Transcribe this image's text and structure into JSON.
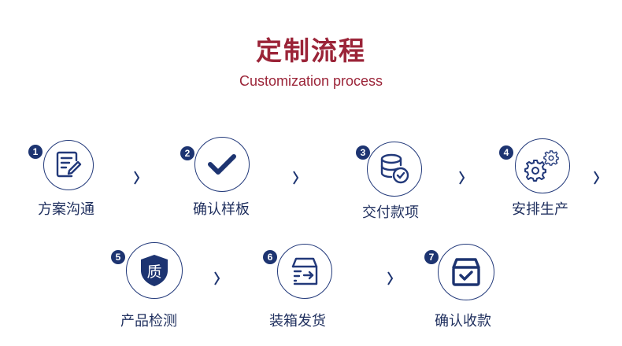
{
  "header": {
    "title": "定制流程",
    "subtitle": "Customization process"
  },
  "colors": {
    "title": "#9b2438",
    "accent": "#1d3471",
    "label": "#1f2f5e"
  },
  "steps": [
    {
      "number": "1",
      "label": "方案沟通",
      "icon": "document-edit-icon"
    },
    {
      "number": "2",
      "label": "确认样板",
      "icon": "checkmark-icon"
    },
    {
      "number": "3",
      "label": "交付款项",
      "icon": "database-check-icon"
    },
    {
      "number": "4",
      "label": "安排生产",
      "icon": "gears-icon"
    },
    {
      "number": "5",
      "label": "产品检测",
      "icon": "quality-shield-icon",
      "icon_text": "质"
    },
    {
      "number": "6",
      "label": "装箱发货",
      "icon": "box-ship-icon"
    },
    {
      "number": "7",
      "label": "确认收款",
      "icon": "box-check-icon"
    }
  ],
  "separator_glyph": "chevron-right-icon"
}
